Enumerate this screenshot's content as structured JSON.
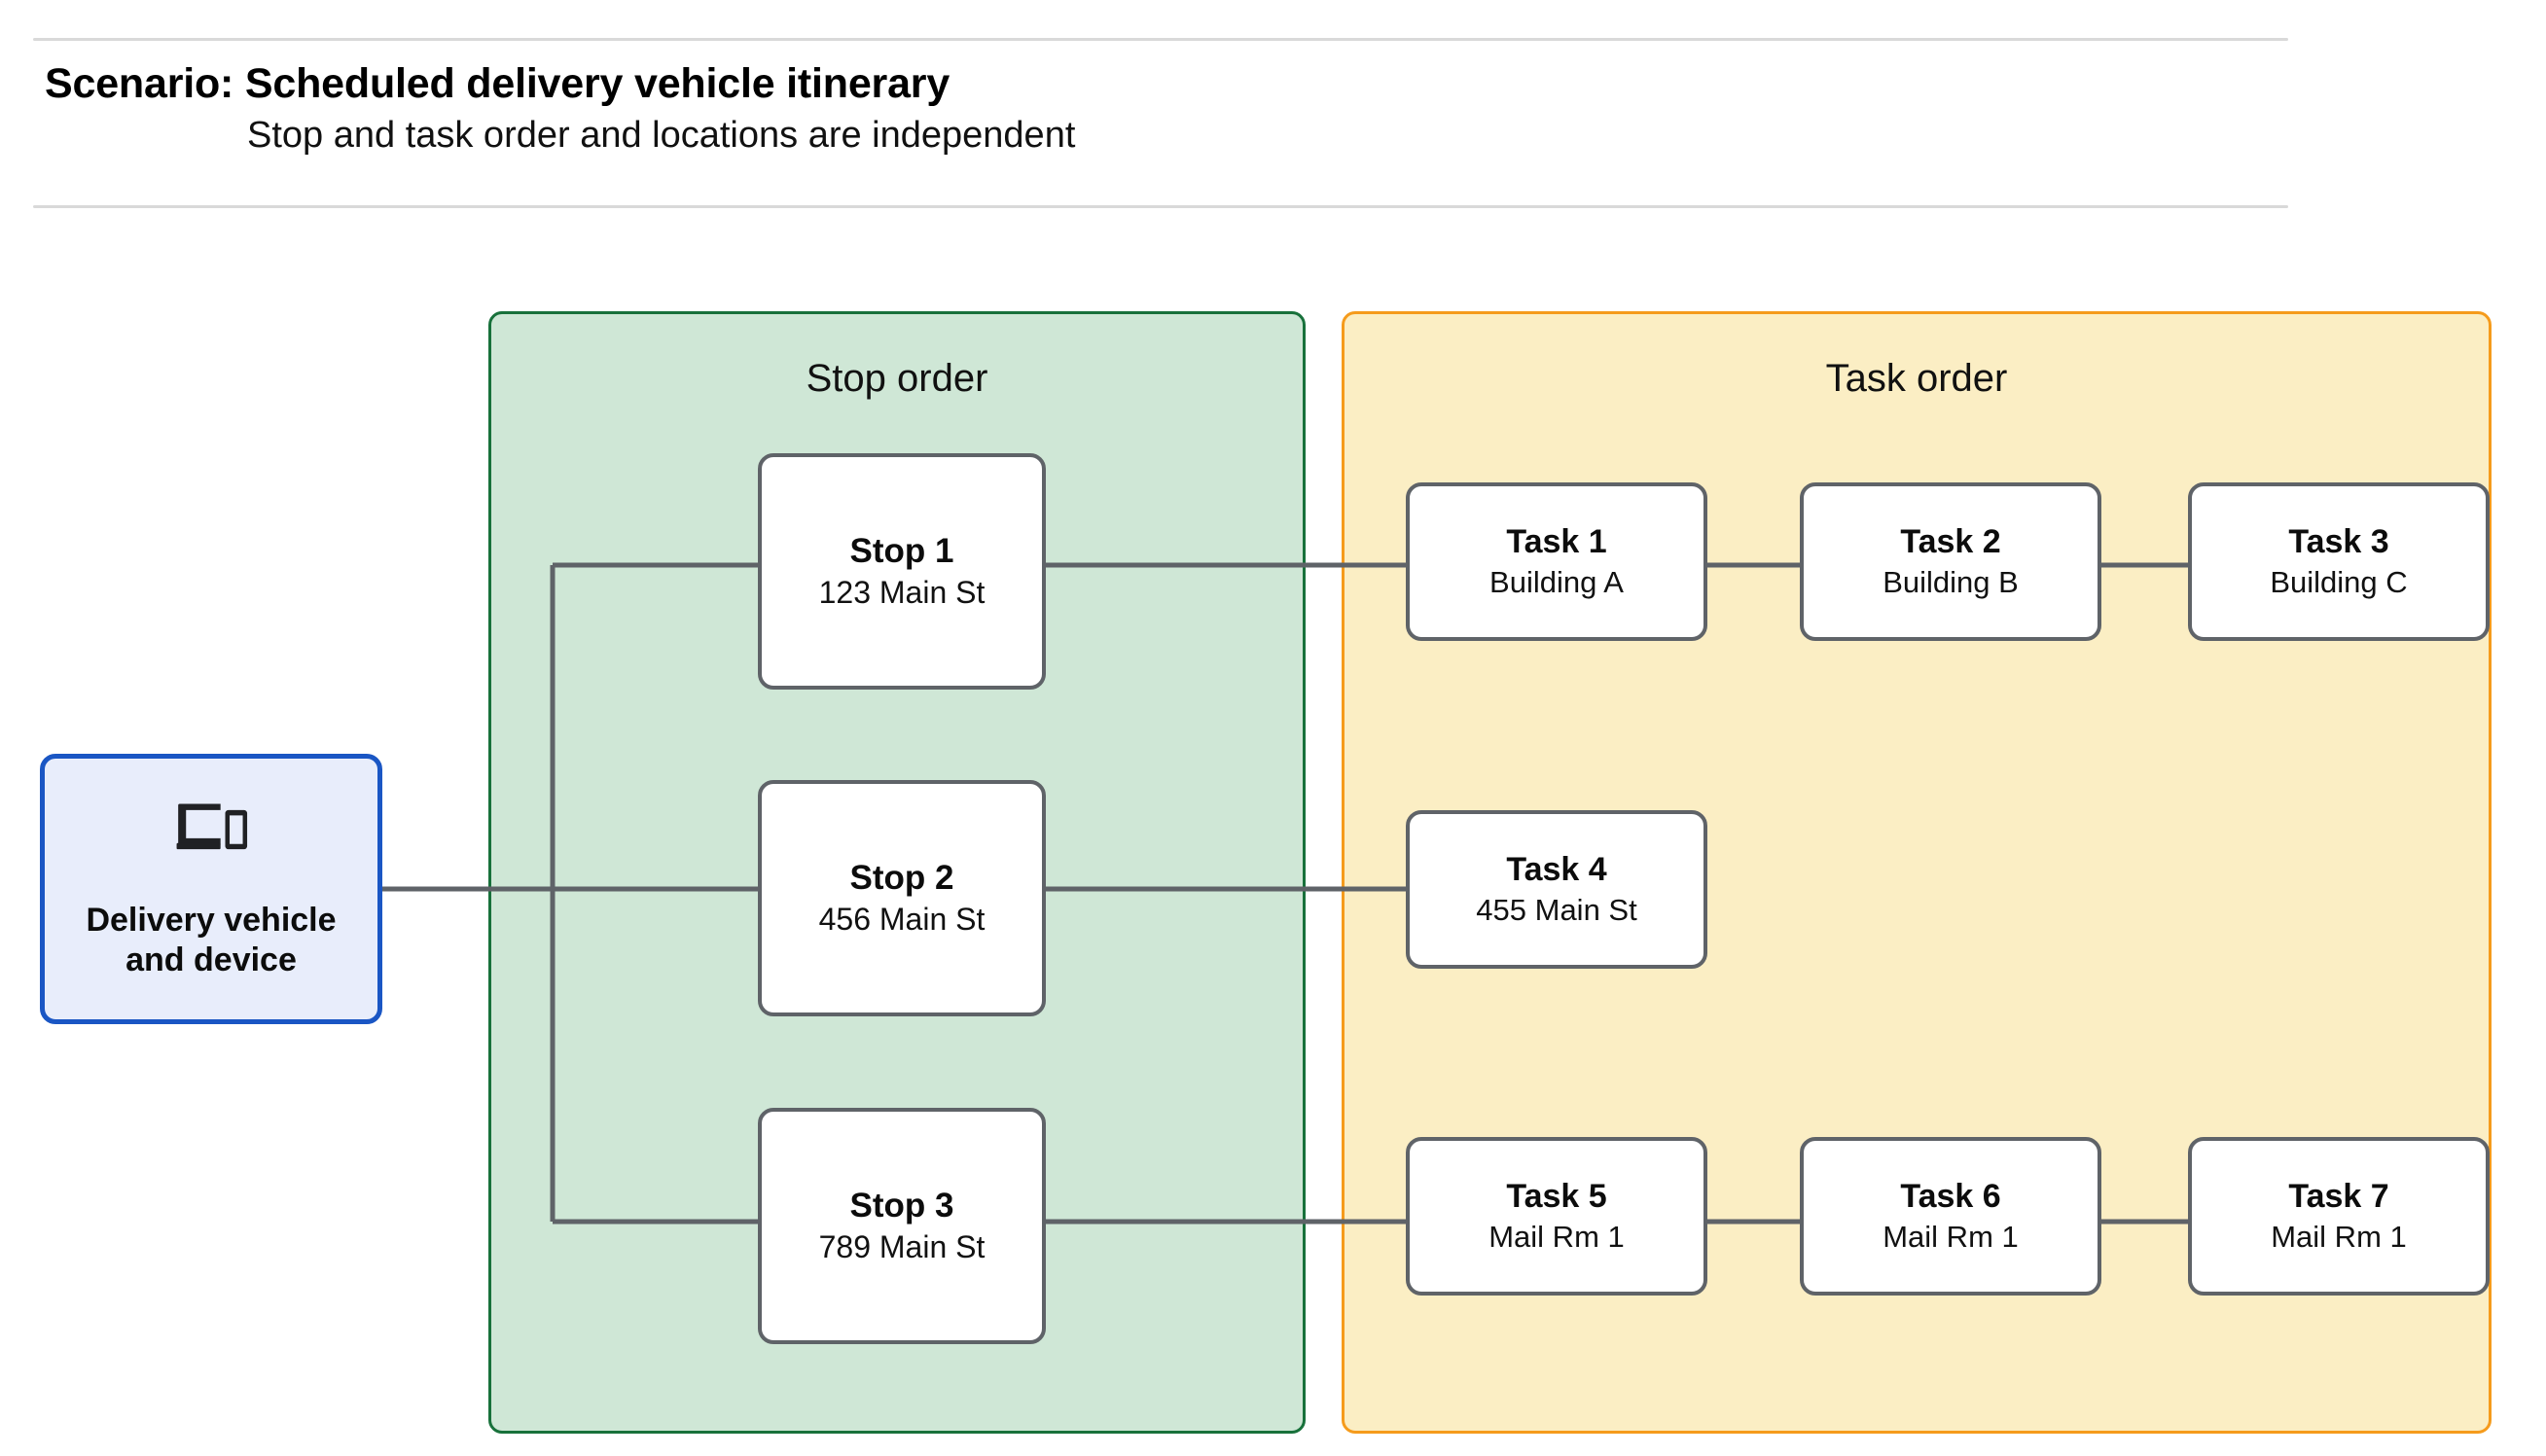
{
  "header": {
    "title": "Scenario: Scheduled delivery vehicle itinerary",
    "subtitle": "Stop and task order and locations are independent"
  },
  "vehicle": {
    "label": "Delivery vehicle\nand device",
    "icon": "devices-icon",
    "border_color": "#1a56c4",
    "fill_color": "#e8edfb"
  },
  "stop_group": {
    "title": "Stop order",
    "fill_color": "#cfe7d6",
    "border_color": "#18713b",
    "stops": [
      {
        "title": "Stop 1",
        "address": "123 Main St"
      },
      {
        "title": "Stop 2",
        "address": "456 Main St"
      },
      {
        "title": "Stop 3",
        "address": "789 Main St"
      }
    ]
  },
  "task_group": {
    "title": "Task order",
    "fill_color": "#fbeec4",
    "border_color": "#f59b1c",
    "rows": [
      {
        "tasks": [
          {
            "title": "Task 1",
            "location": "Building A"
          },
          {
            "title": "Task 2",
            "location": "Building B"
          },
          {
            "title": "Task 3",
            "location": "Building C"
          }
        ]
      },
      {
        "tasks": [
          {
            "title": "Task 4",
            "location": "455 Main St"
          }
        ]
      },
      {
        "tasks": [
          {
            "title": "Task 5",
            "location": "Mail Rm 1"
          },
          {
            "title": "Task 6",
            "location": "Mail Rm 1"
          },
          {
            "title": "Task 7",
            "location": "Mail Rm 1"
          }
        ]
      }
    ]
  },
  "connector_color": "#5f6368"
}
